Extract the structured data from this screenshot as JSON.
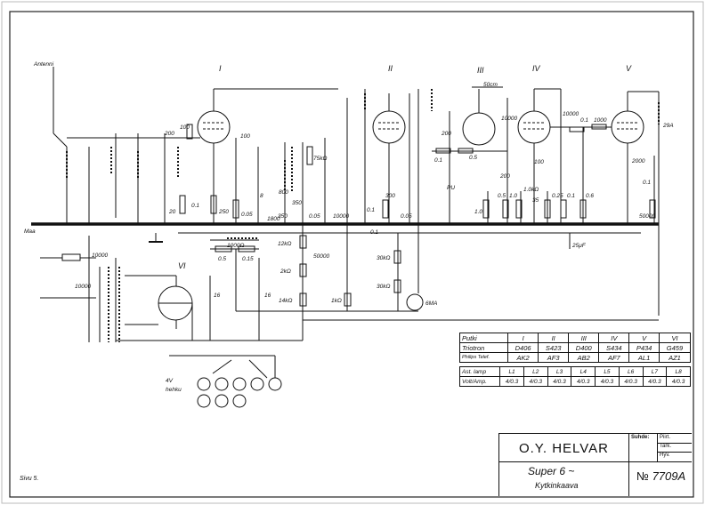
{
  "sheet": {
    "page_label": "Sivu 5."
  },
  "schematic": {
    "antenna": "Antenni",
    "ground": "Maa",
    "tubes": [
      "I",
      "II",
      "III",
      "IV",
      "V",
      "VI"
    ],
    "labels": {
      "c200a": "200",
      "r100a": "100",
      "c100b": "100",
      "r20": "20",
      "c01a": "0.1",
      "r250": "250",
      "r005a": "0.05",
      "c8": "8",
      "c1800": "1800",
      "c800": "800",
      "c350": "350",
      "c350b": "350",
      "c005b": "0.05",
      "r75k": "75kΩ",
      "c10000a": "10000",
      "c01b": "0.1",
      "r300": "300",
      "c005c": "0.05",
      "c50cm": "50cm",
      "c200b": "200",
      "r01c": "0.1",
      "r05": "0.5",
      "pu": "PU",
      "c200c": "200",
      "c10000b": "10000",
      "c10000c": "10000",
      "c100d": "100",
      "r10a": "1.0",
      "r05b": "0.5",
      "r10b": "1.0",
      "r1k": "1.0kΩ",
      "c35": "35",
      "r025": "0.25",
      "r01d": "0.1",
      "r06": "0.6",
      "c01e": "0.1",
      "r1000": "1000",
      "c2000": "2000",
      "c01f": "0.1",
      "r50000": "50000",
      "out29a": "29A",
      "c25uf": "25μF",
      "c10000d": "10000",
      "c10000e": "10000",
      "choke1000": "1000Ω",
      "r05c": "0.5",
      "r015": "0.15",
      "c16a": "16",
      "c16b": "16",
      "r12k": "12kΩ",
      "r2k": "2kΩ",
      "r14k": "14kΩ",
      "c50000": "50000",
      "r1kohm": "1kΩ",
      "r30ka": "30kΩ",
      "r30kb": "30kΩ",
      "meter": "6MA",
      "c01g": "0.1",
      "heater_v": "4V",
      "heater": "hehku"
    }
  },
  "tube_table": {
    "header": [
      "Putki",
      "I",
      "II",
      "III",
      "IV",
      "V",
      "VI"
    ],
    "rows": [
      [
        "Triotron",
        "D406",
        "S423",
        "D400",
        "S434",
        "P434",
        "G459"
      ],
      [
        "Philips Telef.",
        "AK2",
        "AF3",
        "AB2",
        "AF7",
        "AL1",
        "AZ1"
      ]
    ]
  },
  "lamp_table": {
    "header": [
      "Ast. lamp",
      "L1",
      "L2",
      "L3",
      "L4",
      "L5",
      "L6",
      "L7",
      "L8"
    ],
    "row": [
      "Volt/Amp.",
      "4/0.3",
      "4/0.3",
      "4/0.3",
      "4/0.3",
      "4/0.3",
      "4/0.3",
      "4/0.3",
      "4/0.3"
    ]
  },
  "title_block": {
    "company": "O.Y. HELVAR",
    "scale_label": "Suhde:",
    "drawn": "Piirt.",
    "checked": "Tark.",
    "approved": "Hyv.",
    "model": "Super 6 ~",
    "drawing_type": "Kytkinkaava",
    "number_prefix": "№",
    "number": "7709A"
  }
}
